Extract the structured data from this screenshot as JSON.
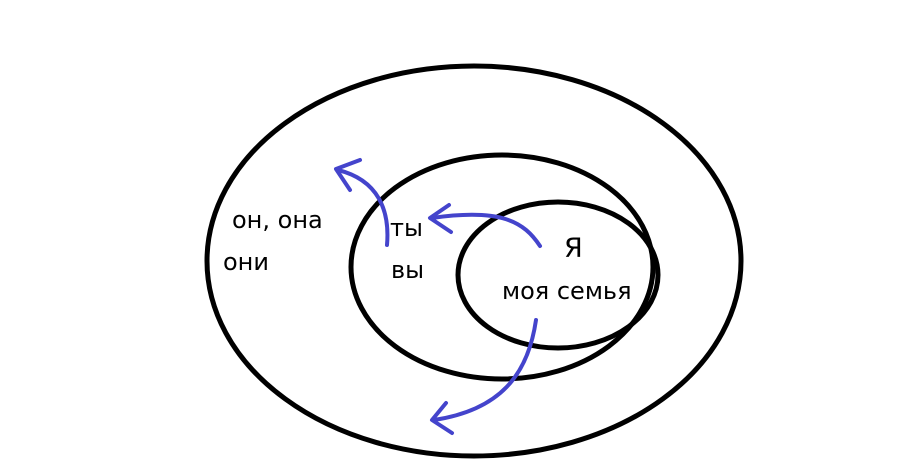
{
  "colors": {
    "circle_stroke": "#000000",
    "arrow_stroke": "#4444cc",
    "text": "#000000"
  },
  "inner_circle": {
    "line1": "Я",
    "line2": "моя семья"
  },
  "middle_circle": {
    "line1": "ты",
    "line2": "вы"
  },
  "outer_circle": {
    "line1": "он, она",
    "line2": "они"
  }
}
